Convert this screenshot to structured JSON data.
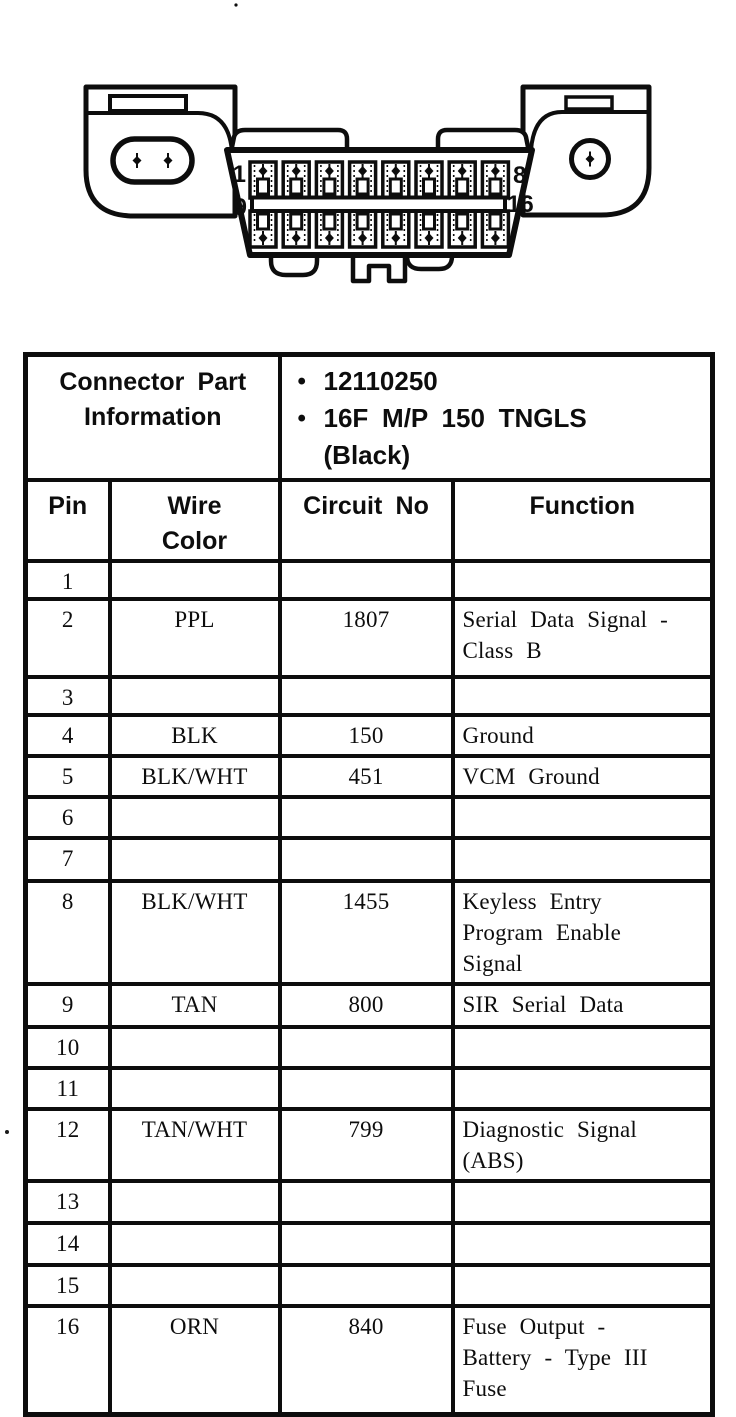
{
  "document": {
    "background": "#ffffff",
    "ink": "#0d0d0d",
    "description": "Scanned service-manual page: 16-pin data link connector face view with connector pinout table"
  },
  "connector_diagram": {
    "type": "16-pin data link connector, face view",
    "pin_count": 16,
    "pin_labels": {
      "top_left": "1",
      "top_right": "8",
      "bottom_left": "9",
      "bottom_right": "16"
    }
  },
  "connector_table": {
    "part_info": {
      "label": "Connector Part Information",
      "bullet_glyph": "•",
      "bullets": [
        "12110250",
        "16F M/P 150 TNGLS\n(Black)"
      ]
    },
    "columns": {
      "pin": "Pin",
      "wire_color": "Wire\nColor",
      "circuit_no": "Circuit No",
      "function": "Function"
    },
    "rows": [
      {
        "pin": "1",
        "wire_color": "",
        "circuit_no": "",
        "function": ""
      },
      {
        "pin": "2",
        "wire_color": "PPL",
        "circuit_no": "1807",
        "function": "Serial Data Signal -\nClass B"
      },
      {
        "pin": "3",
        "wire_color": "",
        "circuit_no": "",
        "function": ""
      },
      {
        "pin": "4",
        "wire_color": "BLK",
        "circuit_no": "150",
        "function": "Ground"
      },
      {
        "pin": "5",
        "wire_color": "BLK/WHT",
        "circuit_no": "451",
        "function": "VCM Ground"
      },
      {
        "pin": "6",
        "wire_color": "",
        "circuit_no": "",
        "function": ""
      },
      {
        "pin": "7",
        "wire_color": "",
        "circuit_no": "",
        "function": ""
      },
      {
        "pin": "8",
        "wire_color": "BLK/WHT",
        "circuit_no": "1455",
        "function": "Keyless Entry\nProgram Enable\nSignal"
      },
      {
        "pin": "9",
        "wire_color": "TAN",
        "circuit_no": "800",
        "function": "SIR Serial Data"
      },
      {
        "pin": "10",
        "wire_color": "",
        "circuit_no": "",
        "function": ""
      },
      {
        "pin": "11",
        "wire_color": "",
        "circuit_no": "",
        "function": ""
      },
      {
        "pin": "12",
        "wire_color": "TAN/WHT",
        "circuit_no": "799",
        "function": "Diagnostic Signal\n(ABS)"
      },
      {
        "pin": "13",
        "wire_color": "",
        "circuit_no": "",
        "function": ""
      },
      {
        "pin": "14",
        "wire_color": "",
        "circuit_no": "",
        "function": ""
      },
      {
        "pin": "15",
        "wire_color": "",
        "circuit_no": "",
        "function": ""
      },
      {
        "pin": "16",
        "wire_color": "ORN",
        "circuit_no": "840",
        "function": "Fuse Output -\nBattery - Type III\nFuse"
      }
    ]
  }
}
